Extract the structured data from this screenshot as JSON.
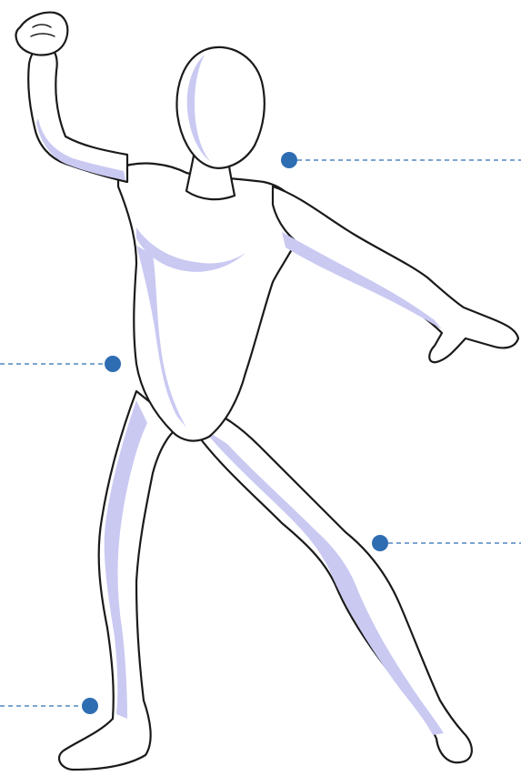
{
  "figure": {
    "subject": "figure-icon",
    "colors": {
      "body_shade": "#c9c9f2",
      "outline": "#1a1a1a",
      "callout": "#2f6db3",
      "background": "#ffffff"
    }
  },
  "callouts": [
    {
      "id": "head",
      "side": "right",
      "label": ""
    },
    {
      "id": "torso",
      "side": "left",
      "label": ""
    },
    {
      "id": "knee",
      "side": "right",
      "label": ""
    },
    {
      "id": "ankle",
      "side": "left",
      "label": ""
    }
  ]
}
